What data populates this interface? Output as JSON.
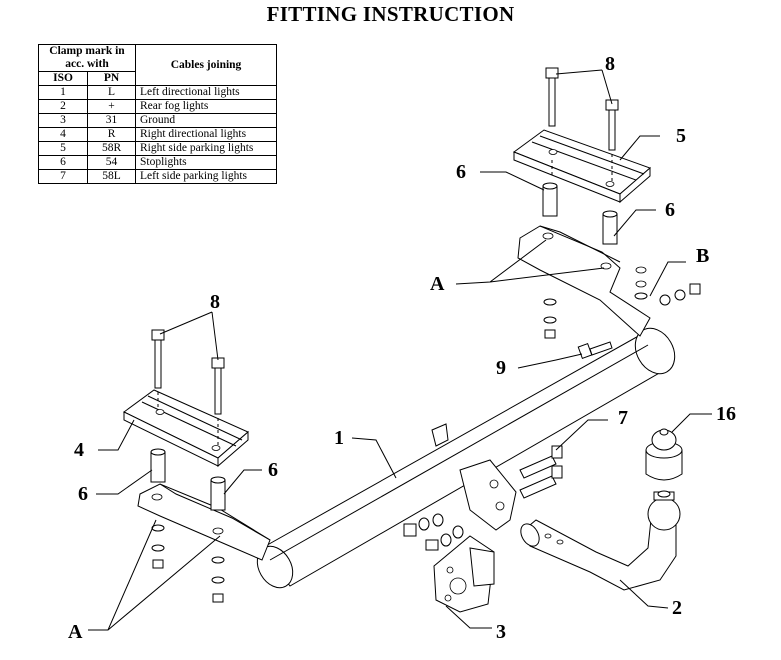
{
  "title": "FITTING INSTRUCTION",
  "table": {
    "header_clamp": "Clamp mark in acc. with",
    "header_cables": "Cables joining",
    "col_iso": "ISO",
    "col_pn": "PN",
    "rows": [
      {
        "iso": "1",
        "pn": "L",
        "desc": "Left directional lights"
      },
      {
        "iso": "2",
        "pn": "+",
        "desc": "Rear fog lights"
      },
      {
        "iso": "3",
        "pn": "31",
        "desc": "Ground"
      },
      {
        "iso": "4",
        "pn": "R",
        "desc": "Right directional lights"
      },
      {
        "iso": "5",
        "pn": "58R",
        "desc": "Right side parking lights"
      },
      {
        "iso": "6",
        "pn": "54",
        "desc": "Stoplights"
      },
      {
        "iso": "7",
        "pn": "58L",
        "desc": "Left side parking lights"
      }
    ]
  },
  "callouts": {
    "bolts_top": "8",
    "plate_top": "5",
    "spacer_top_left": "6",
    "spacer_top_right": "6",
    "mark_a_top": "A",
    "mark_b": "B",
    "bolt_9": "9",
    "bolts_left": "8",
    "plate_left": "4",
    "spacer_left_a": "6",
    "spacer_left_b": "6",
    "crossbar": "1",
    "bolts_7": "7",
    "ball_cover": "16",
    "tow_arm": "2",
    "socket_plate": "3",
    "mark_a_bottom": "A"
  }
}
